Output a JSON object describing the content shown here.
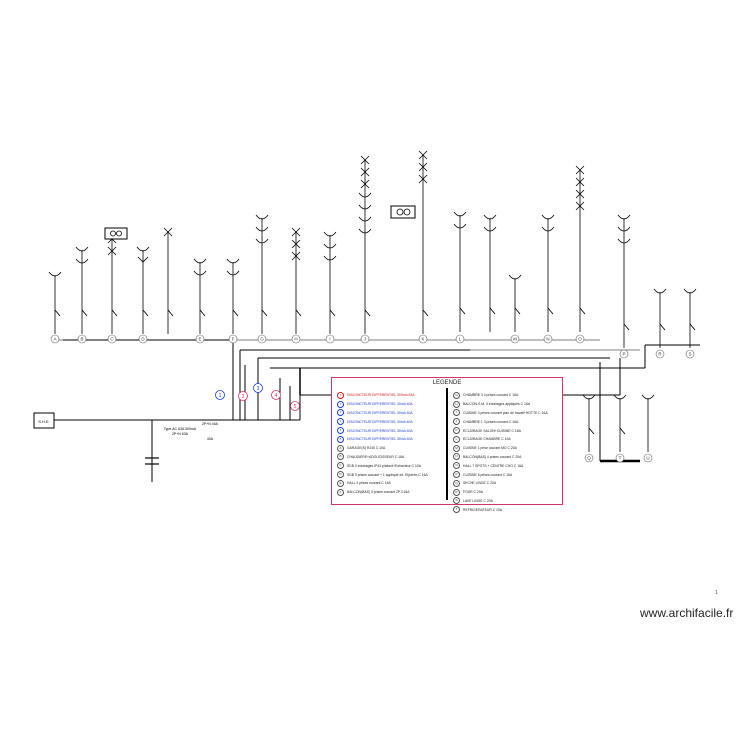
{
  "legend": {
    "title": "LEGENDE",
    "left": [
      {
        "sym": "1",
        "text": "DISJONCTEUR DIFFERENTIEL 300mA 63A",
        "color": "red"
      },
      {
        "sym": "1",
        "text": "DISJONCTEUR DIFFERENTIEL 30mA 40A",
        "color": "blue"
      },
      {
        "sym": "2",
        "text": "DISJONCTEUR DIFFERENTIEL 30mA 40A",
        "color": "blue"
      },
      {
        "sym": "3",
        "text": "DISJONCTEUR DIFFERENTIEL 30mA 40A",
        "color": "blue"
      },
      {
        "sym": "4",
        "text": "DISJONCTEUR DIFFERENTIEL 30mA 40A",
        "color": "blue"
      },
      {
        "sym": "5",
        "text": "DISJONCTEUR DIFFERENTIEL 30mA 40A",
        "color": "blue"
      },
      {
        "sym": "A",
        "text": "GARAGE(S) RJ45  C 10A",
        "color": "black"
      },
      {
        "sym": "B",
        "text": "CHAUDIERE+ADOUCISSEUR  C 16A",
        "color": "black"
      },
      {
        "sym": "C",
        "text": "SDB  3 éclairages IP44 plafond+Extracteur  C 10A",
        "color": "black"
      },
      {
        "sym": "D",
        "text": "SDB  3 prises courant + 1 appliqué Int. Eljobrim  C 16A",
        "color": "black"
      },
      {
        "sym": "E",
        "text": "HALL  3 prises courant  C 16A",
        "color": "black"
      },
      {
        "sym": "F",
        "text": "BALCON(BAS)  3 prises courant  2P C16A",
        "color": "black"
      }
    ],
    "right": [
      {
        "sym": "G",
        "text": "CHAMBRE 3  4 prises courant  C 16A"
      },
      {
        "sym": "H",
        "text": "BALCON-S.M.  3 éclairages appliqués  C 16A"
      },
      {
        "sym": "I",
        "text": "CUISINE  4 prises courant plan de travail+HOTTE C 16A"
      },
      {
        "sym": "J",
        "text": "CHAMBRE 1  3 prises courant  C 16A"
      },
      {
        "sym": "K",
        "text": "ECLAIRAGE SALON+CUISINE  C 16A"
      },
      {
        "sym": "L",
        "text": "ECLAIRAGE CHAMBRE  C 10A"
      },
      {
        "sym": "M",
        "text": "CUISINE  1 prise courant MO  C 20A"
      },
      {
        "sym": "N",
        "text": "BALCON(BAS)  4 prises courant  C 20A"
      },
      {
        "sym": "O",
        "text": "HALL  7 SPOTS + CENTRE CHO  C 16A"
      },
      {
        "sym": "P",
        "text": "CUISINE  6 prises courant  C 16A"
      },
      {
        "sym": "Q",
        "text": "SECHE LINGE  C 20A"
      },
      {
        "sym": "R",
        "text": "FOUR  C 20A"
      },
      {
        "sym": "S",
        "text": "LAVE LINGE  C 20A"
      },
      {
        "sym": "T",
        "text": "REFRIGERATEUR  C 20A"
      }
    ]
  },
  "diagram": {
    "source_label": "S.H.E.",
    "main_breaker_label": "Type AC 63A 300mA",
    "main_breaker_sub": "2P+N 63A",
    "bus_label": "2P+N 40A",
    "bus_sub": "40A",
    "differential_numbers": [
      "1",
      "2",
      "3",
      "4",
      "5"
    ],
    "circuit_labels": [
      "A",
      "B",
      "C",
      "D",
      "E",
      "F",
      "G",
      "H",
      "I",
      "J",
      "K",
      "L",
      "M",
      "N",
      "O",
      "P",
      "R",
      "S",
      "Q",
      "T",
      "U"
    ]
  },
  "footer": {
    "page_number": "1",
    "watermark": "www.archifacile.fr"
  }
}
